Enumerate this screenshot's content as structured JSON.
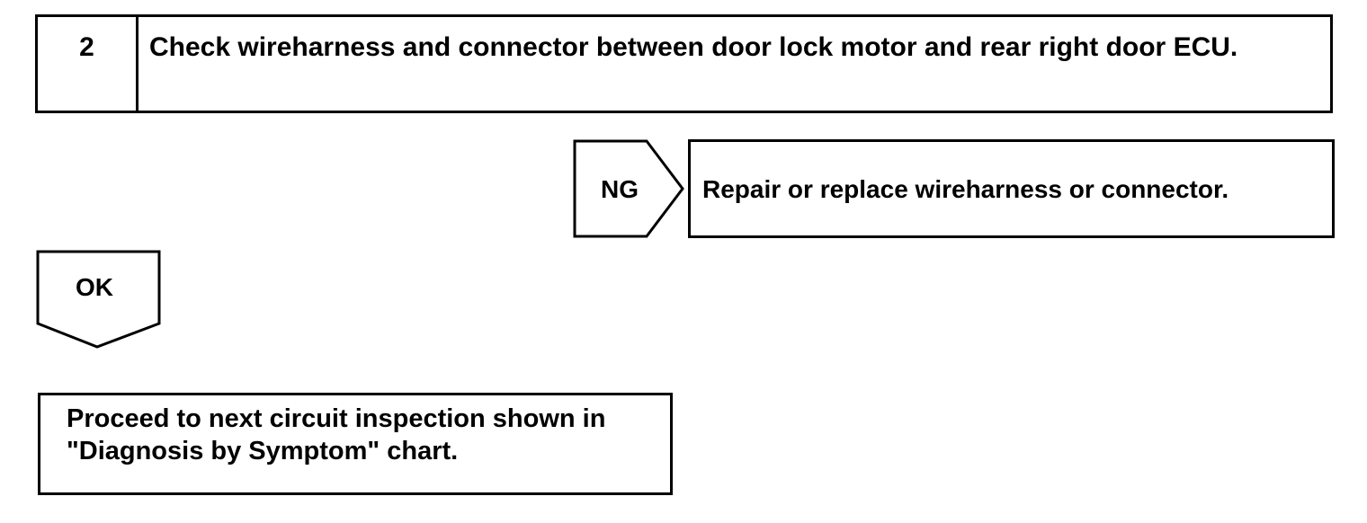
{
  "step": {
    "number": "2",
    "title": "Check wireharness and connector between door lock motor and rear right door ECU."
  },
  "ng_branch": {
    "label": "NG",
    "action": "Repair or replace wireharness or connector."
  },
  "ok_branch": {
    "label": "OK",
    "action": "Proceed to next circuit inspection shown in \"Diagnosis by Symptom\" chart."
  }
}
